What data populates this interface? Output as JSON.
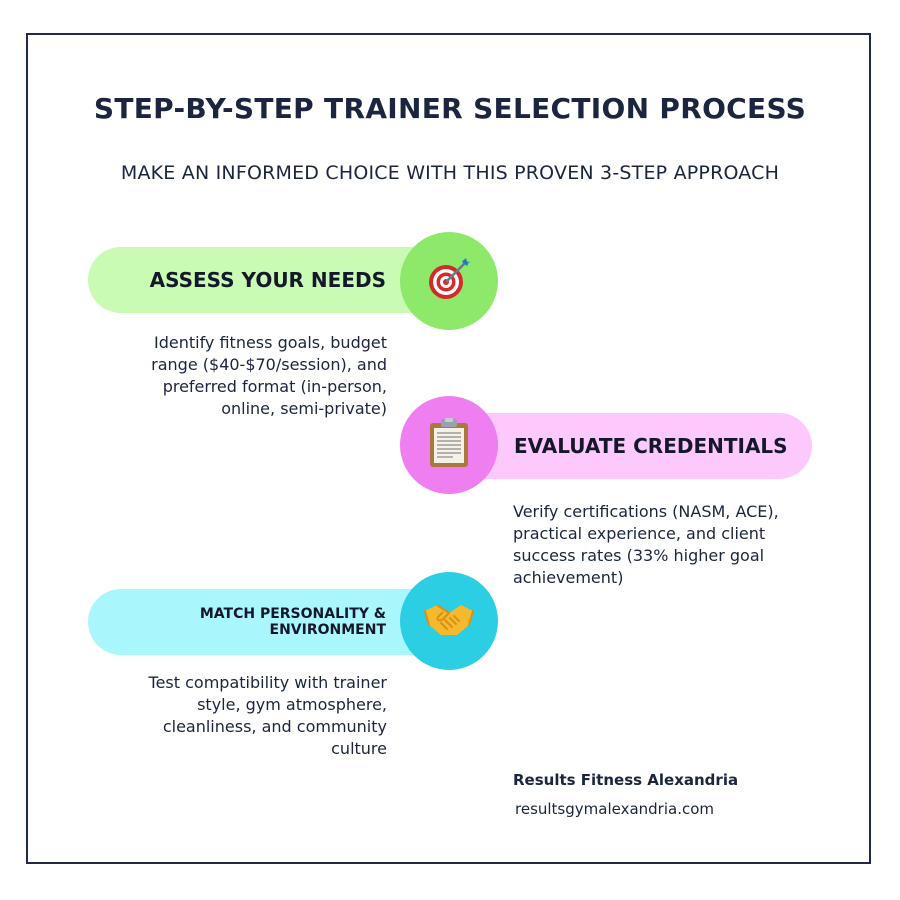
{
  "header": {
    "title": "STEP-BY-STEP TRAINER SELECTION PROCESS",
    "subtitle": "MAKE AN INFORMED CHOICE WITH THIS PROVEN 3-STEP APPROACH"
  },
  "steps": [
    {
      "title": "ASSESS YOUR NEEDS",
      "description": "Identify fitness goals, budget range ($40-$70/session), and preferred format (in-person, online, semi-private)",
      "icon": "target-icon",
      "pill_color": "#c9fbb4",
      "circle_color": "#8ee86a"
    },
    {
      "title": "EVALUATE CREDENTIALS",
      "description": "Verify certifications (NASM, ACE), practical experience, and client success rates (33% higher goal achievement)",
      "icon": "clipboard-icon",
      "pill_color": "#fdc9fc",
      "circle_color": "#ef7ef0"
    },
    {
      "title": "MATCH PERSONALITY & ENVIRONMENT",
      "description": "Test compatibility with trainer style, gym atmosphere, cleanliness, and community culture",
      "icon": "handshake-icon",
      "pill_color": "#a9f7fc",
      "circle_color": "#2ccee3"
    }
  ],
  "footer": {
    "brand": "Results Fitness Alexandria",
    "url": "resultsgymalexandria.com"
  },
  "colors": {
    "text": "#1b2540",
    "frame": "#1e2a4a"
  }
}
